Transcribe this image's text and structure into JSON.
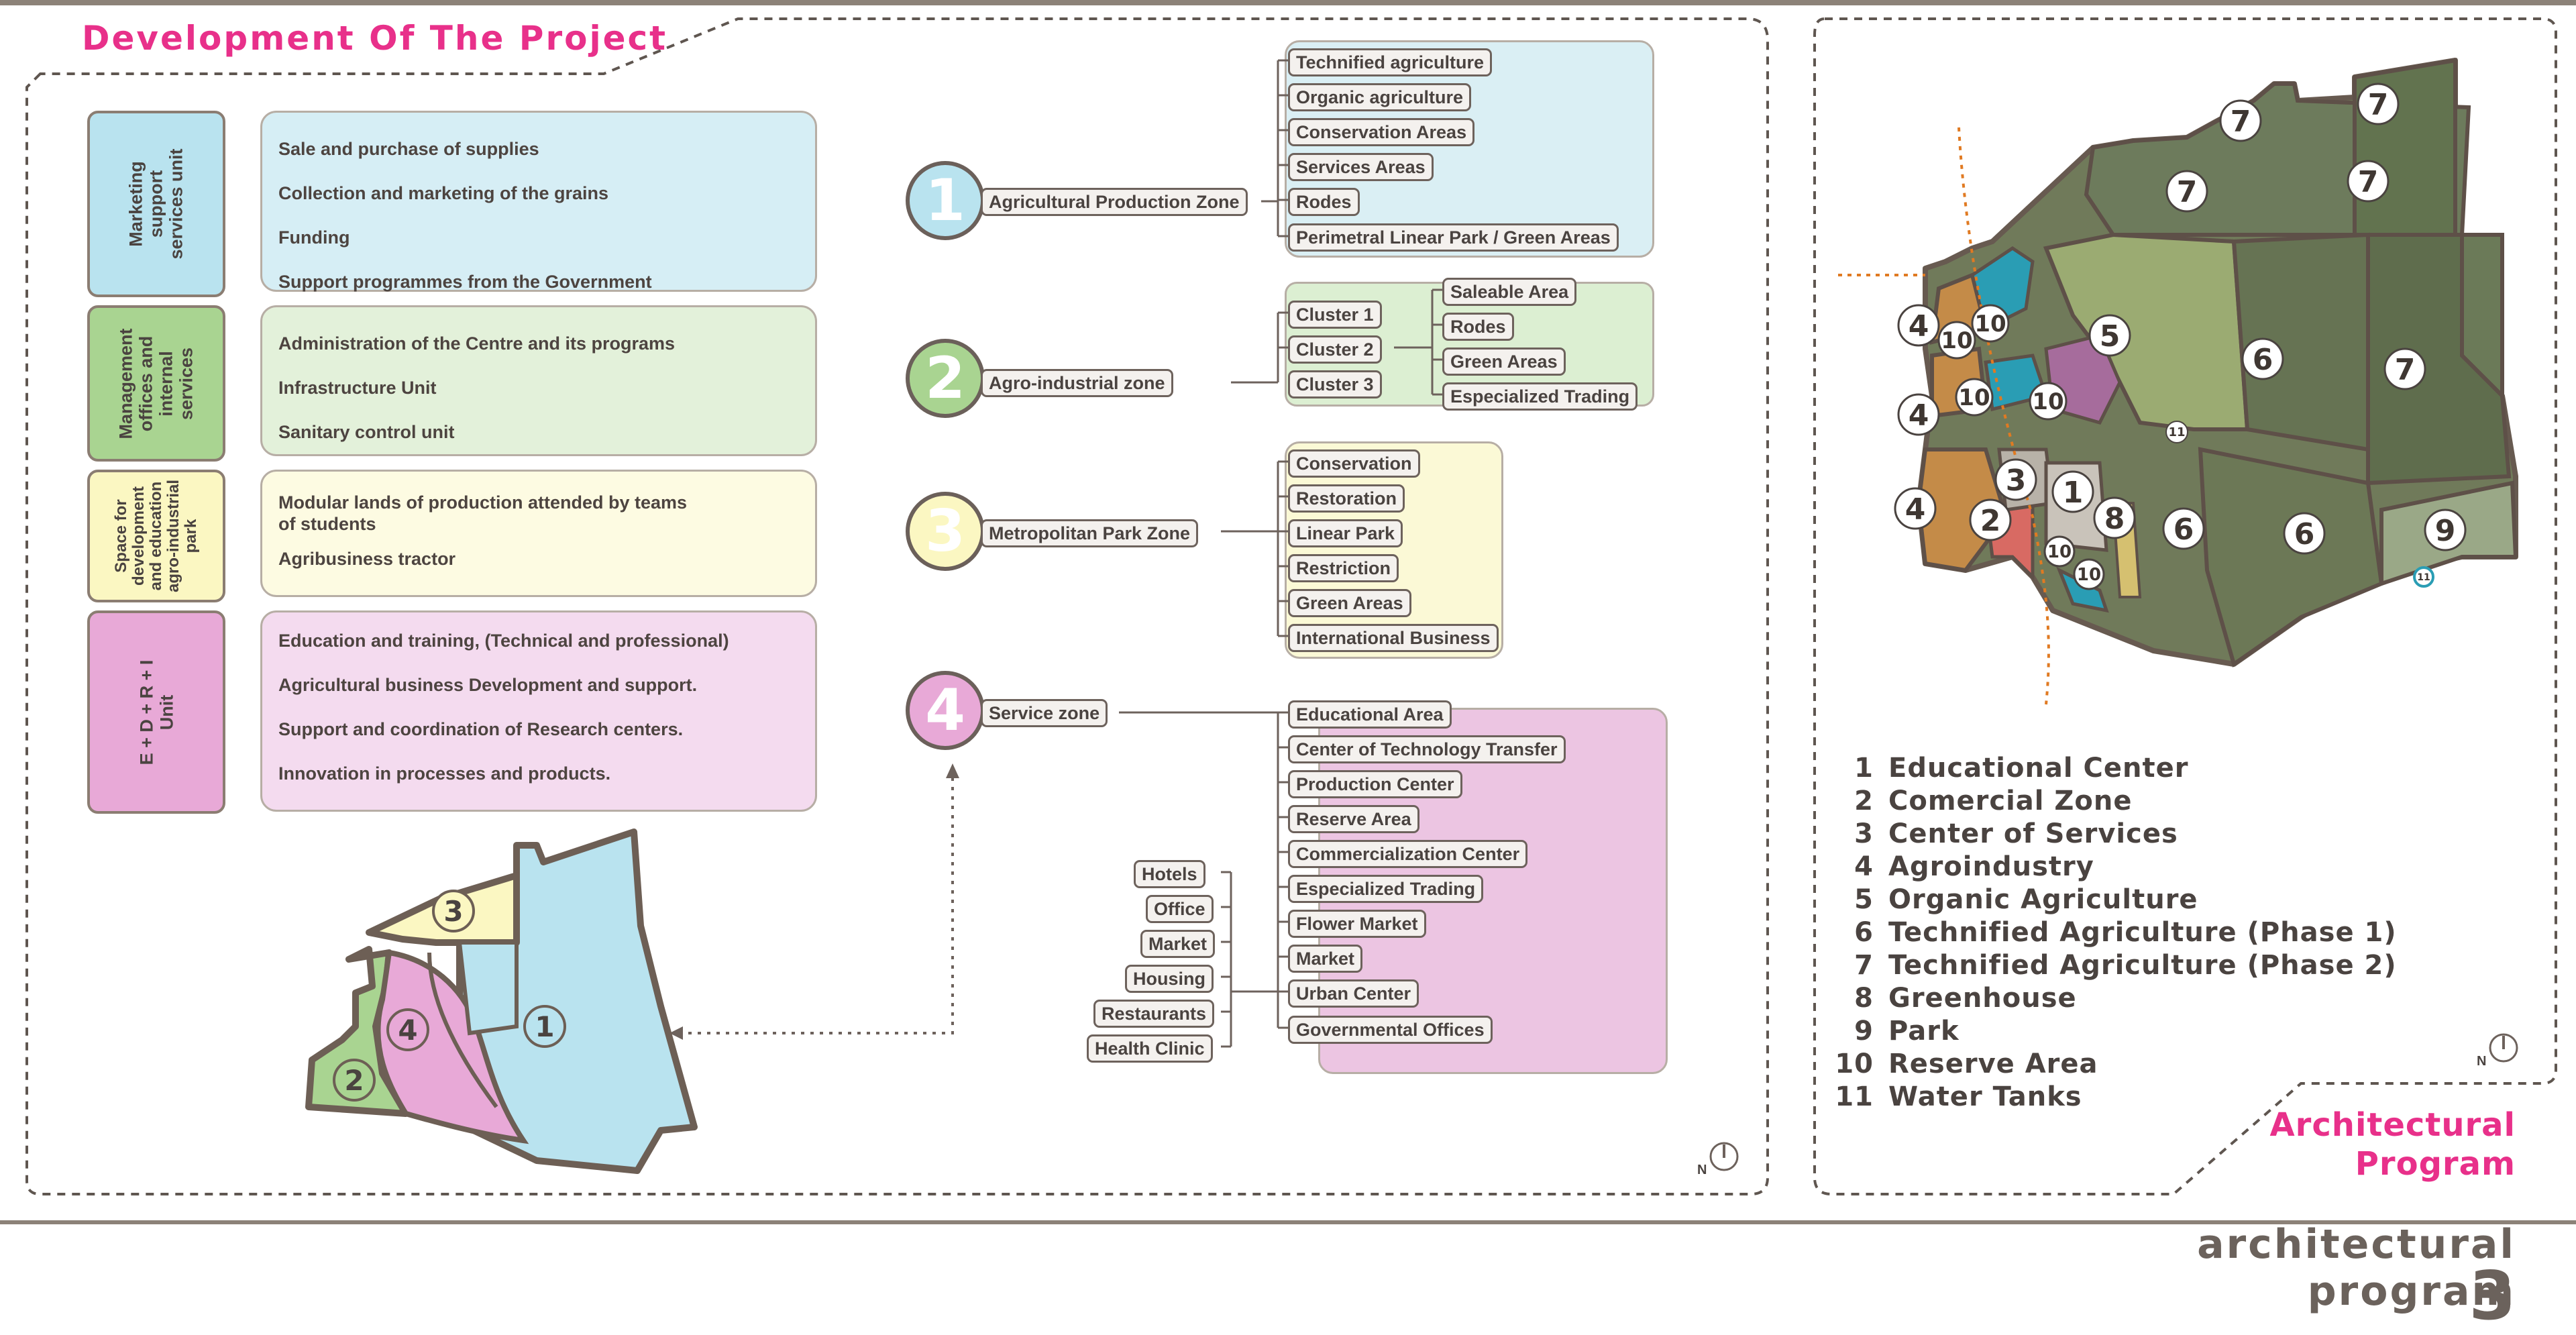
{
  "left_panel": {
    "title": "Development Of The Project",
    "categories": [
      {
        "label": "Marketing\nsupport\nservices unit",
        "color": "#b9e3ef",
        "items": [
          "Sale and purchase of supplies",
          "Collection and marketing of the grains",
          "Funding",
          "Support programmes from the Government"
        ]
      },
      {
        "label": "Management\noffices and\ninternal\nservices",
        "color": "#a9d491",
        "items": [
          "Administration of the Centre and its programs",
          "Infrastructure Unit",
          "Sanitary control unit"
        ]
      },
      {
        "label": "Space for\ndevelopment\nand education\nagro-industrial\npark",
        "color": "#fbf7c2",
        "items": [
          "Modular lands of production attended by teams\nof students",
          "Agribusiness tractor"
        ]
      },
      {
        "label": "E + D + R + I\nUnit",
        "color": "#e8a9d7",
        "items": [
          "Education and training, (Technical and professional)",
          "Agricultural business Development and support.",
          "Support and coordination of Research centers.",
          "Innovation in processes and products."
        ]
      }
    ],
    "zones": [
      {
        "number": "1",
        "label": "Agricultural Production Zone",
        "color": "#b9e3ef",
        "items": [
          "Technified agriculture",
          "Organic agriculture",
          "Conservation Areas",
          "Services Areas",
          "Rodes",
          "Perimetral Linear Park / Green Areas"
        ]
      },
      {
        "number": "2",
        "label": "Agro-industrial zone",
        "color": "#a9d491",
        "clusters": [
          "Cluster 1",
          "Cluster 2",
          "Cluster 3"
        ],
        "items": [
          "Saleable Area",
          "Rodes",
          "Green Areas",
          "Especialized Trading"
        ]
      },
      {
        "number": "3",
        "label": "Metropolitan Park Zone",
        "color": "#fbf7c2",
        "items": [
          "Conservation",
          "Restoration",
          "Linear Park",
          "Restriction",
          "Green Areas",
          "International Business"
        ]
      },
      {
        "number": "4",
        "label": "Service zone",
        "color": "#e8a9d7",
        "items": [
          "Educational Area",
          "Center of Technology Transfer",
          "Production Center",
          "Reserve Area",
          "Commercialization Center",
          "Especialized Trading",
          "Flower Market",
          "Market",
          "Urban Center",
          "Governmental Offices"
        ],
        "urban_items": [
          "Hotels",
          "Office",
          "Market",
          "Housing",
          "Restaurants",
          "Health Clinic"
        ]
      }
    ],
    "mini_map_labels": [
      "1",
      "2",
      "3",
      "4"
    ],
    "north_label": "N"
  },
  "right_panel": {
    "title_line1": "Architectural",
    "title_line2": "Program",
    "north_label": "N",
    "map_labels": [
      "7",
      "7",
      "7",
      "7",
      "7",
      "5",
      "6",
      "6",
      "6",
      "4",
      "4",
      "4",
      "10",
      "10",
      "10",
      "10",
      "10",
      "10",
      "11",
      "3",
      "1",
      "2",
      "8",
      "9",
      "11"
    ],
    "legend": [
      {
        "num": "1",
        "label": "Educational Center"
      },
      {
        "num": "2",
        "label": "Comercial Zone"
      },
      {
        "num": "3",
        "label": "Center of Services"
      },
      {
        "num": "4",
        "label": "Agroindustry"
      },
      {
        "num": "5",
        "label": "Organic Agriculture"
      },
      {
        "num": "6",
        "label": "Technified Agriculture (Phase 1)"
      },
      {
        "num": "7",
        "label": "Technified Agriculture (Phase 2)"
      },
      {
        "num": "8",
        "label": "Greenhouse"
      },
      {
        "num": "9",
        "label": "Park"
      },
      {
        "num": "10",
        "label": "Reserve Area"
      },
      {
        "num": "11",
        "label": "Water Tanks"
      }
    ]
  },
  "footer": {
    "caption": "architectural program",
    "page_number": "3"
  },
  "colors": {
    "accent": "#e8308a",
    "frame": "#7a706a",
    "blue": "#b9e3ef",
    "green": "#a9d491",
    "yellow": "#fbf7c2",
    "pink": "#e8a9d7"
  }
}
